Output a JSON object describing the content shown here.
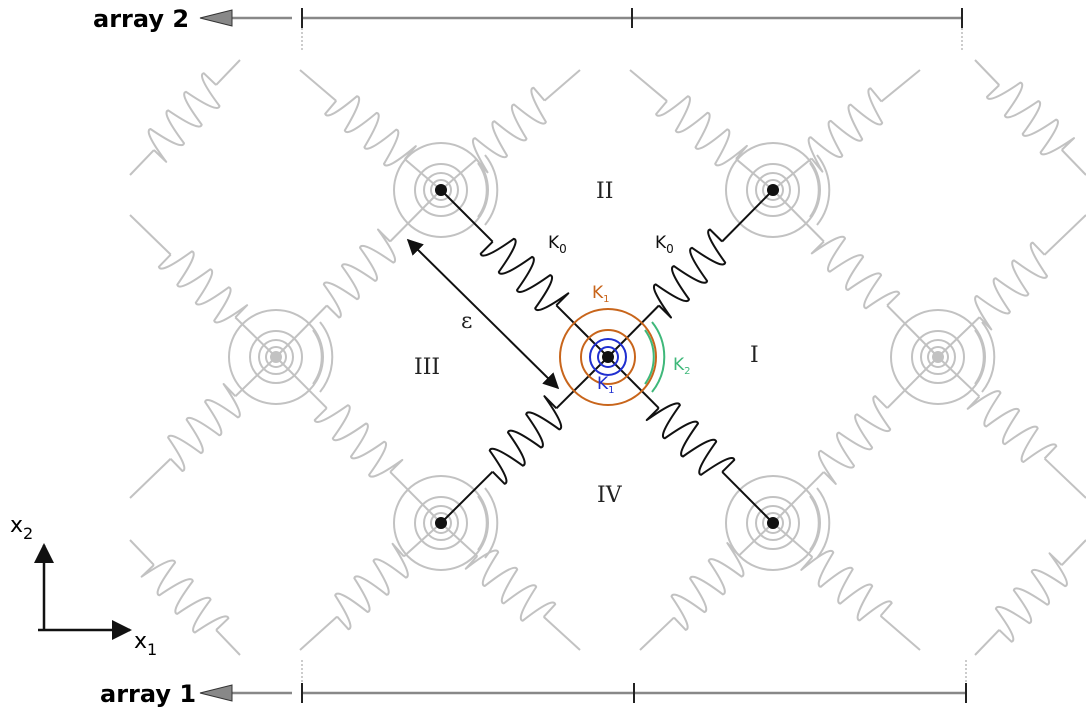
{
  "arrays": {
    "top_label": "array 2",
    "bottom_label": "array 1"
  },
  "quadrants": {
    "q1": "I",
    "q2": "II",
    "q3": "III",
    "q4": "IV"
  },
  "stiffness": {
    "k0_base": "K",
    "k0_sub": "0",
    "k1_base": "K",
    "k1_sub": "1",
    "k2_base": "K",
    "k2_sub": "2"
  },
  "epsilon": "ε",
  "axes": {
    "x1_base": "x",
    "x1_sub": "1",
    "x2_base": "x",
    "x2_sub": "2"
  },
  "colors": {
    "k1_outer": "#c8651b",
    "k1_inner": "#1f2fd0",
    "k2": "#3fb87a",
    "grey": "#c2c2c2",
    "black": "#111111"
  }
}
